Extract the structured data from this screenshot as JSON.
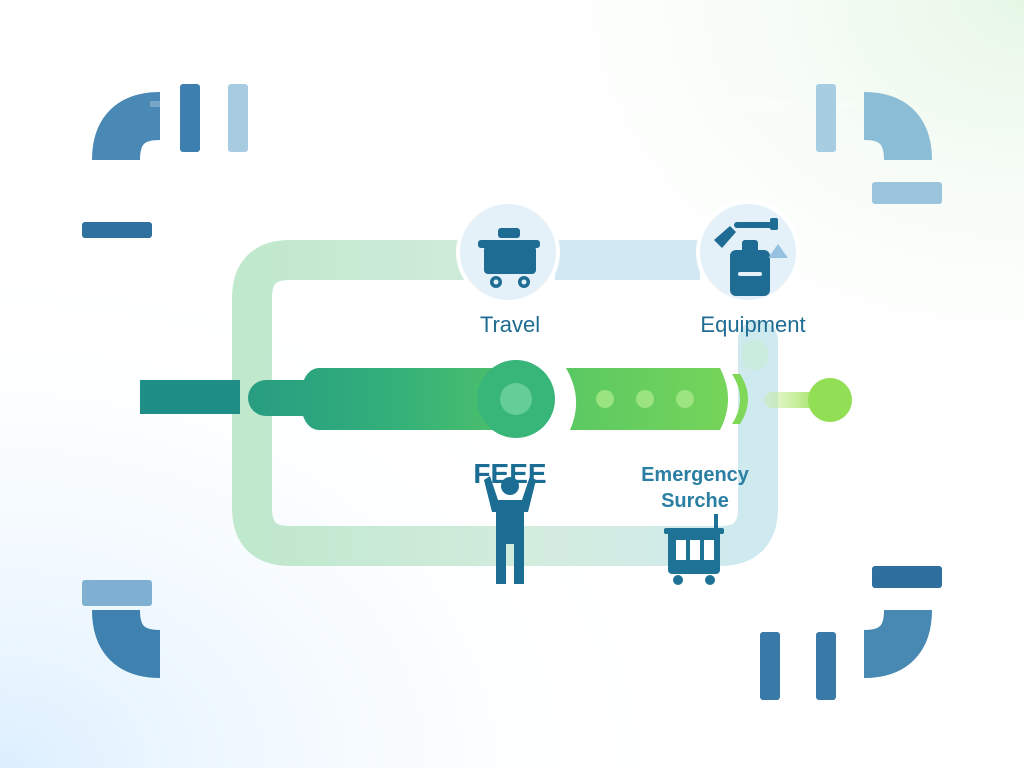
{
  "nodes": {
    "travel": {
      "label": "Travel",
      "icon": "mine-cart-icon"
    },
    "equipment": {
      "label": "Equipment",
      "icon": "tools-case-icon"
    },
    "fee": {
      "label": "FEEE",
      "icon": "person-icon"
    },
    "emergency": {
      "label_line1": "Emergency",
      "label_line2": "Surche",
      "icon": "cart-icon"
    }
  },
  "colors": {
    "outer_pipe_dark": "#3a7fae",
    "outer_pipe_light": "#8dbdd6",
    "inner_loop": "#bfe6d4",
    "flow_start": "#1f8e86",
    "flow_mid": "#3cbf72",
    "flow_end": "#8dde53",
    "icon_ring": "#e4f1f8",
    "icon_color": "#1e6b93"
  }
}
